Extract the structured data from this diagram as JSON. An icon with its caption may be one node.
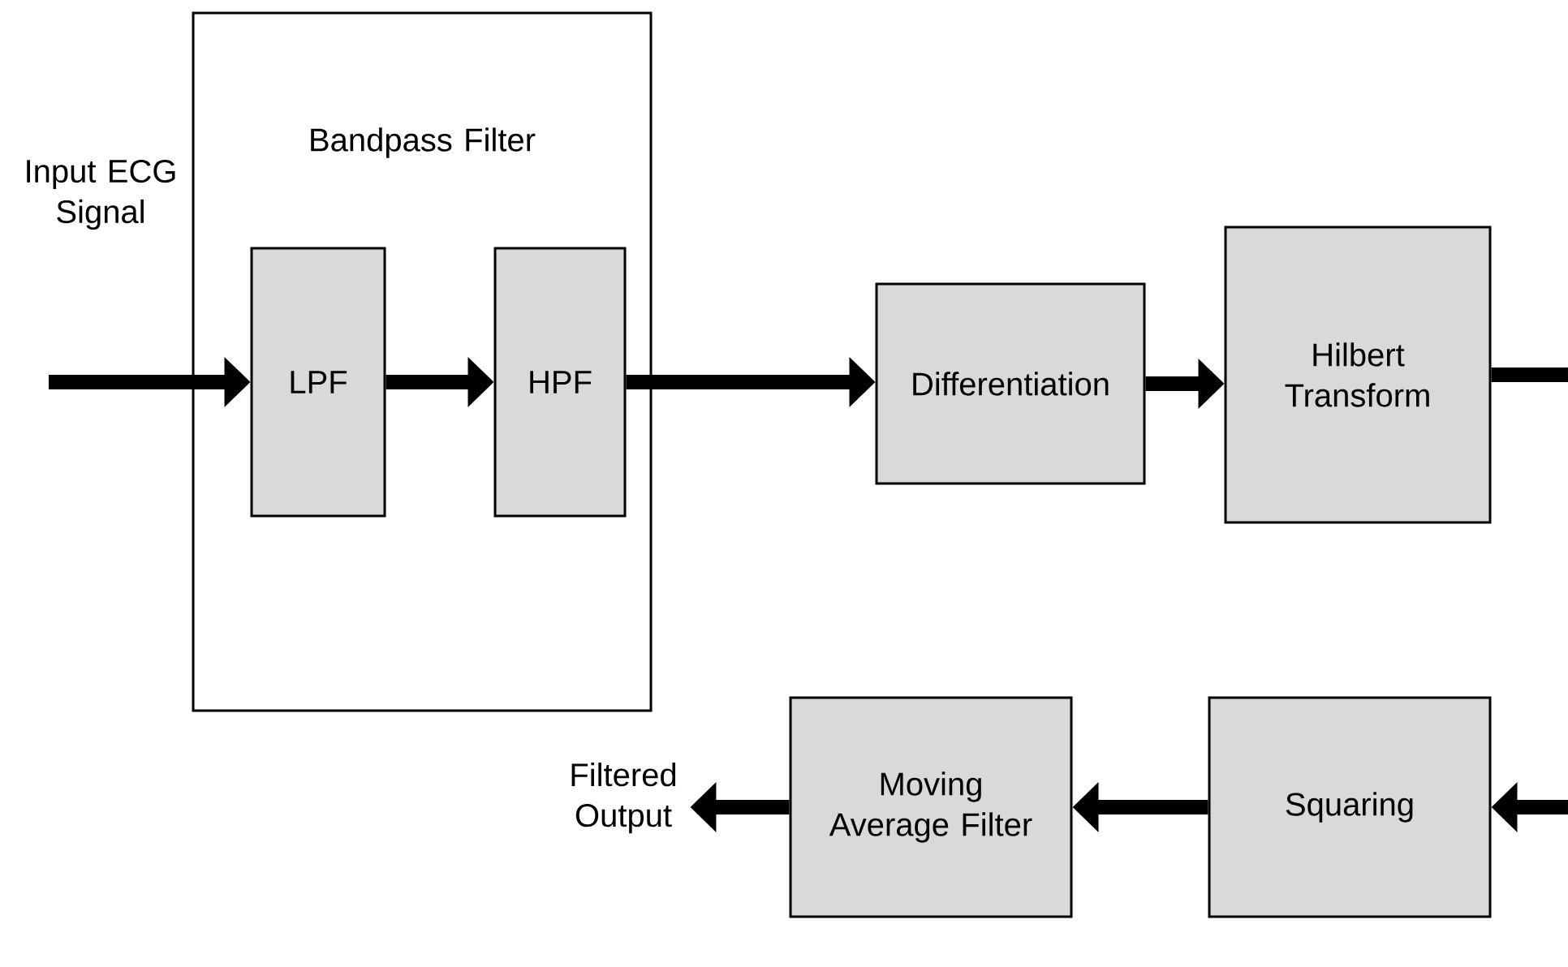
{
  "diagram": {
    "nodes": [
      {
        "text": [
          "Bandpass Filter"
        ]
      },
      {
        "text": [
          "LPF"
        ],
        "in": 0
      },
      {
        "text": [
          "HPF"
        ],
        "in": 0
      },
      {
        "text": [
          "Differentiation"
        ]
      },
      {
        "text": [
          "Hilbert Transform"
        ]
      },
      {
        "text": [
          "Squaring"
        ]
      },
      {
        "text": [
          "Moving Average Filter"
        ]
      },
      {
        "text": [
          "Filtered Output"
        ]
      }
    ],
    "edges": [
      {
        "from": null,
        "to": 1,
        "arrow": "to"
      },
      {
        "from": 1,
        "to": 2,
        "arrow": "to"
      },
      {
        "from": 2,
        "to": 3,
        "arrow": "to"
      },
      {
        "from": 3,
        "to": 4,
        "arrow": "to"
      },
      {
        "from": 4,
        "to": null,
        "arrow": "none"
      },
      {
        "from": null,
        "to": 5,
        "arrow": "to"
      },
      {
        "from": 5,
        "to": 6,
        "arrow": "to"
      },
      {
        "from": 6,
        "to": 7,
        "arrow": "to"
      }
    ],
    "labels": [
      "Input ECG Signal"
    ]
  }
}
